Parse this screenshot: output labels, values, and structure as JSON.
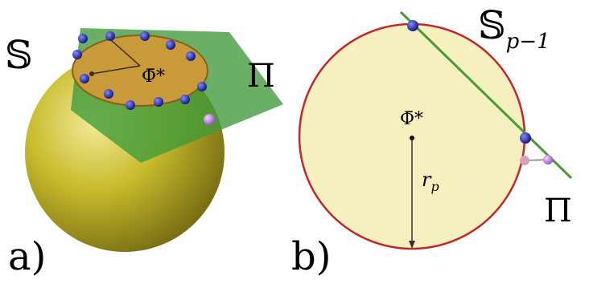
{
  "panel_a": {
    "tag": "a)",
    "sphere_label": "𝕊",
    "plane_label": "Π",
    "center_label": "Φ̄*",
    "colors": {
      "sphere": "#c8bb2c",
      "plane": "#3f9a3b",
      "disk": "#c89a3a",
      "points": "#1a1aa0",
      "extra_point": "#b06ad0"
    }
  },
  "panel_b": {
    "tag": "b)",
    "circle_label_main": "𝕊",
    "circle_label_sub": "p−1",
    "plane_label": "Π",
    "center_label": "Φ̄*",
    "radius_label": "r",
    "radius_label_sub": "p",
    "colors": {
      "circle_fill": "#f6efbf",
      "circle_stroke": "#c0282a",
      "line": "#4a9a36",
      "points": "#1a1aa0",
      "extra_point": "#a779d2",
      "pink_point": "#d9a2b8"
    }
  }
}
